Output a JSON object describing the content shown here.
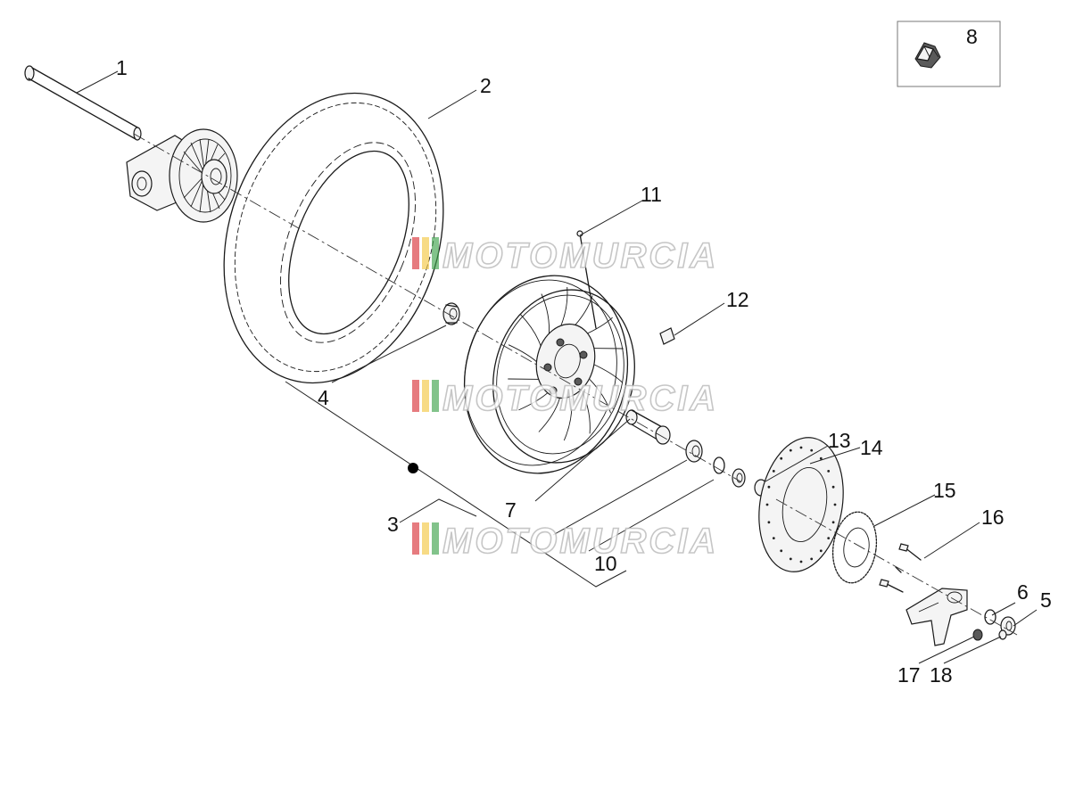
{
  "diagram": {
    "watermark": "MOTOMURCIA",
    "inset_label": "8",
    "callouts": [
      "1",
      "2",
      "3",
      "4",
      "5",
      "6",
      "7",
      "10",
      "11",
      "12",
      "13",
      "14",
      "15",
      "16",
      "17",
      "18"
    ],
    "watermark_colors": {
      "red": "#d9343a",
      "yellow": "#f2c744",
      "green": "#3fa34d",
      "outline": "#bdbdbd"
    }
  }
}
